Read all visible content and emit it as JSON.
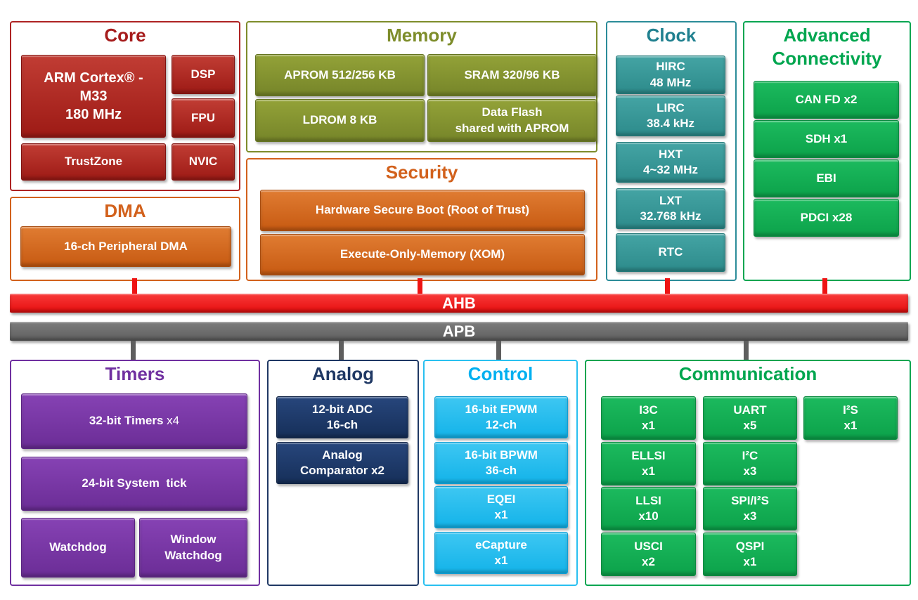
{
  "buses": {
    "ahb": "AHB",
    "apb": "APB"
  },
  "colors": {
    "core_red": "#a61c1c",
    "dma_security_orange": "#d2611c",
    "memory_olive": "#7e8d2b",
    "clock_teal": "#20808f",
    "connectivity_green": "#00a64f",
    "timers_purple": "#7030a0",
    "analog_navy": "#1f3864",
    "control_cyan": "#00b0f0",
    "ahb_red": "#ee1414",
    "apb_gray": "#6a6a6a"
  },
  "sections": {
    "core": {
      "title": "Core",
      "arm_line1": "ARM Cortex® -",
      "arm_line2": "M33",
      "arm_line3": "180 MHz",
      "dsp": "DSP",
      "fpu": "FPU",
      "trustzone": "TrustZone",
      "nvic": "NVIC"
    },
    "dma": {
      "title": "DMA",
      "pdma": "16-ch Peripheral DMA"
    },
    "memory": {
      "title": "Memory",
      "aprom": "APROM 512/256 KB",
      "sram": "SRAM 320/96 KB",
      "ldrom": "LDROM 8 KB",
      "dataflash_line1": "Data Flash",
      "dataflash_line2": "shared with APROM"
    },
    "security": {
      "title": "Security",
      "secure_boot": "Hardware Secure Boot (Root of Trust)",
      "xom": "Execute-Only-Memory (XOM)"
    },
    "clock": {
      "title": "Clock",
      "hirc_name": "HIRC",
      "hirc_value": "48 MHz",
      "lirc_name": "LIRC",
      "lirc_value": "38.4 kHz",
      "hxt_name": "HXT",
      "hxt_value": "4~32 MHz",
      "lxt_name": "LXT",
      "lxt_value": "32.768 kHz",
      "rtc": "RTC"
    },
    "advanced_connectivity": {
      "title_line1": "Advanced",
      "title_line2": "Connectivity",
      "canfd": "CAN FD x2",
      "sdh": "SDH x1",
      "ebi": "EBI",
      "pdci": "PDCI x28"
    },
    "timers": {
      "title": "Timers",
      "timers32_label": "32-bit Timers",
      "timers32_suffix": " x4",
      "systick": "24-bit System  tick",
      "watchdog": "Watchdog",
      "window_watchdog_line1": "Window",
      "window_watchdog_line2": "Watchdog"
    },
    "analog": {
      "title": "Analog",
      "adc_line1": "12-bit ADC",
      "adc_line2": "16-ch",
      "comparator_line1": "Analog",
      "comparator_line2": "Comparator x2"
    },
    "control": {
      "title": "Control",
      "epwm_line1": "16-bit EPWM",
      "epwm_line2": "12-ch",
      "bpwm_line1": "16-bit BPWM",
      "bpwm_line2": "36-ch",
      "eqei_line1": "EQEI",
      "eqei_line2": "x1",
      "ecapture_line1": "eCapture",
      "ecapture_line2": "x1"
    },
    "communication": {
      "title": "Communication",
      "i3c_name": "I3C",
      "i3c_count": "x1",
      "uart_name": "UART",
      "uart_count": "x5",
      "i2s_name": "I²S",
      "i2s_count": "x1",
      "ellsi_name": "ELLSI",
      "ellsi_count": "x1",
      "i2c_name": "I²C",
      "i2c_count": "x3",
      "llsi_name": "LLSI",
      "llsi_count": "x10",
      "spi_i2s_name": "SPI/I²S",
      "spi_i2s_count": "x3",
      "usci_name": "USCI",
      "usci_count": "x2",
      "qspi_name": "QSPI",
      "qspi_count": "x1"
    }
  }
}
